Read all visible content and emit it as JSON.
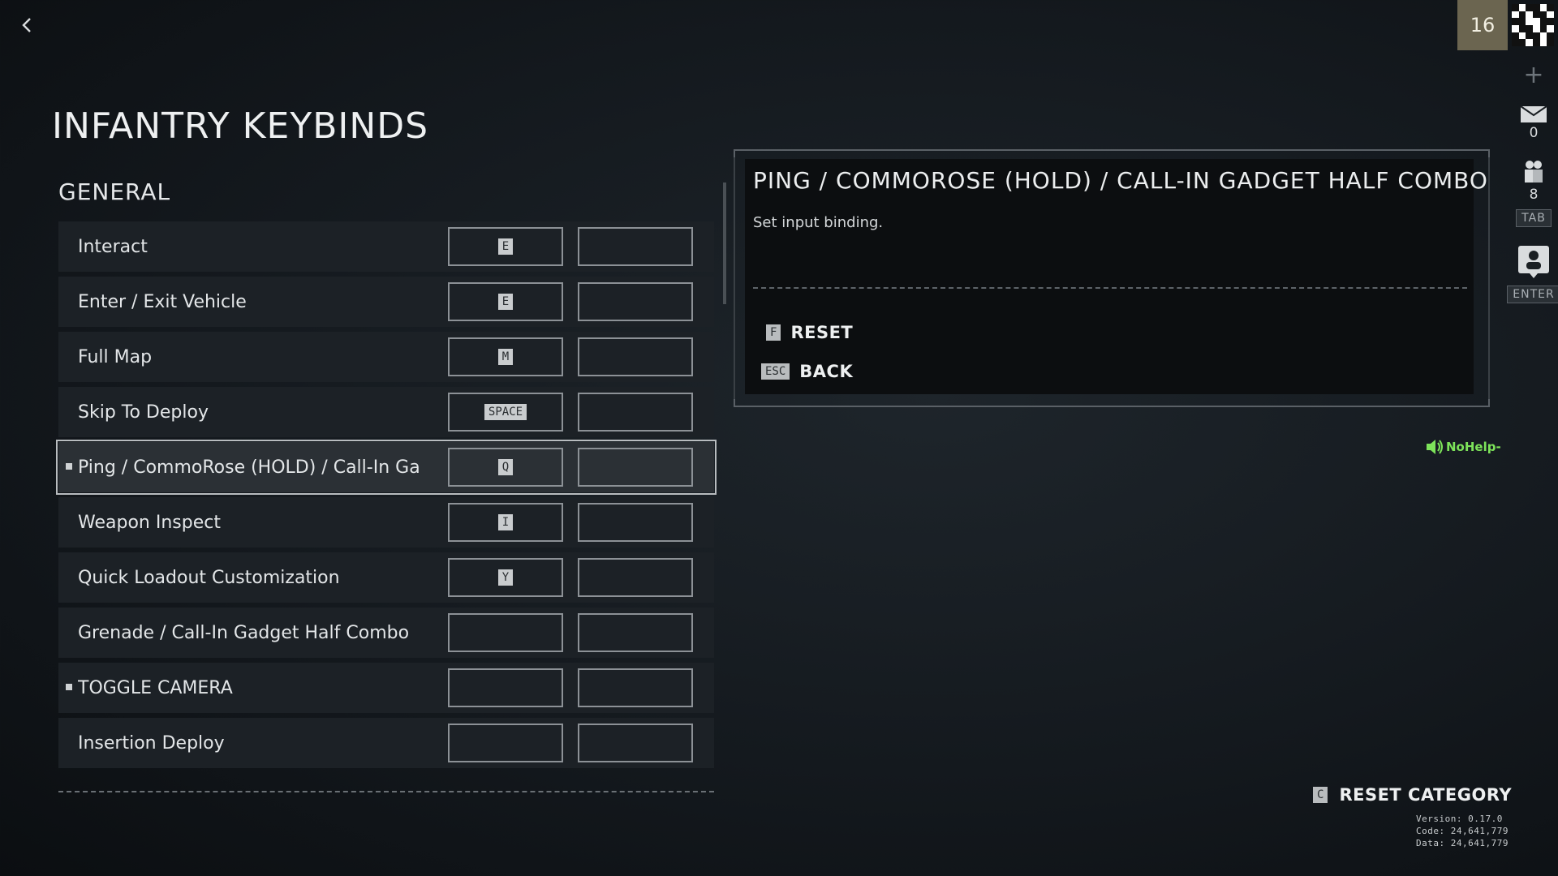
{
  "header": {
    "level": "16",
    "title": "INFANTRY KEYBINDS"
  },
  "side_rail": {
    "mail_count": "0",
    "squad_count": "8",
    "squad_key": "TAB",
    "profile_key": "ENTER"
  },
  "general": {
    "section_title": "GENERAL",
    "rows": [
      {
        "label": "Interact",
        "primary": "E",
        "secondary": ""
      },
      {
        "label": "Enter / Exit Vehicle",
        "primary": "E",
        "secondary": ""
      },
      {
        "label": "Full Map",
        "primary": "M",
        "secondary": ""
      },
      {
        "label": "Skip To Deploy",
        "primary": "SPACE",
        "secondary": ""
      },
      {
        "label": "Ping / CommoRose (HOLD) / Call-In Ga",
        "primary": "Q",
        "secondary": ""
      },
      {
        "label": "Weapon Inspect",
        "primary": "I",
        "secondary": ""
      },
      {
        "label": "Quick Loadout Customization",
        "primary": "Y",
        "secondary": ""
      },
      {
        "label": "Grenade / Call-In Gadget Half Combo",
        "primary": "",
        "secondary": ""
      },
      {
        "label": "TOGGLE CAMERA",
        "primary": "",
        "secondary": ""
      },
      {
        "label": "Insertion Deploy",
        "primary": "",
        "secondary": ""
      }
    ]
  },
  "detail": {
    "title": "PING / COMMOROSE (HOLD) / CALL-IN GADGET HALF COMBO",
    "description": "Set input binding.",
    "reset_key": "F",
    "reset_label": "RESET",
    "back_key": "ESC",
    "back_label": "BACK"
  },
  "nohelp": "NoHelp-",
  "footer": {
    "reset_category_key": "C",
    "reset_category_label": "RESET CATEGORY",
    "version": "Version: 0.17.0",
    "code": "Code: 24,641,779",
    "date": "Data: 24,641,779"
  },
  "colors": {
    "level_badge": "#6b6550",
    "row_bg": "#1c2126",
    "detail_bg": "#0c0e10",
    "nohelp_green": "#7de35a"
  },
  "icons": [
    "back-arrow-icon",
    "qr-code-icon",
    "plus-icon",
    "mail-icon",
    "squad-icon",
    "profile-icon",
    "speaker-icon"
  ]
}
